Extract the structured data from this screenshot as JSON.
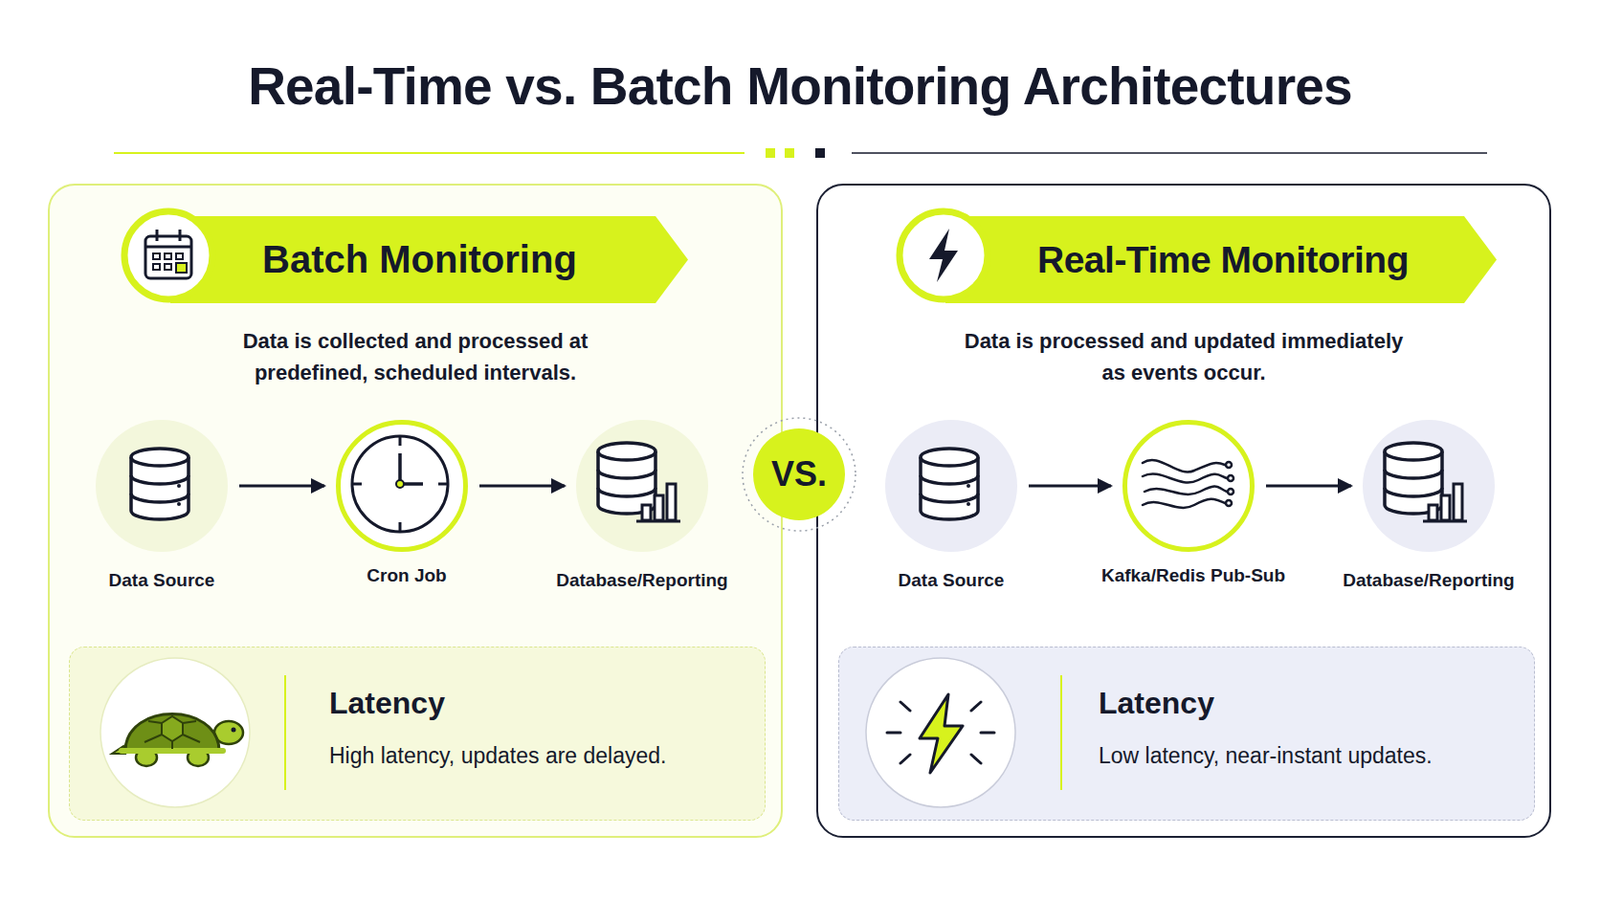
{
  "diagram": {
    "title": "Real-Time vs. Batch Monitoring Architectures",
    "nodes": [
      {
        "text": [
          "Data is collected and processed at predefined, scheduled intervals."
        ]
      },
      {
        "text": [
          "Batch Monitoring"
        ],
        "in": 0
      },
      {
        "text": [
          "Data Source"
        ],
        "in": 0
      },
      {
        "text": [
          "Cron Job"
        ],
        "in": 0
      },
      {
        "text": [
          "Database/Reporting"
        ],
        "in": 0
      },
      {
        "text": [
          "Latency",
          "High latency, updates are delayed."
        ],
        "in": 0
      },
      {
        "text": [
          "VS."
        ]
      },
      {
        "text": [
          "Data is processed and updated immediately as events occur."
        ]
      },
      {
        "text": [
          "Real-Time Monitoring"
        ],
        "in": 7
      },
      {
        "text": [
          "Data Source"
        ],
        "in": 7
      },
      {
        "text": [
          "Kafka/Redis Pub-Sub"
        ],
        "in": 7
      },
      {
        "text": [
          "Database/Reporting"
        ],
        "in": 7
      },
      {
        "text": [
          "Latency",
          "Low latency, near-instant updates."
        ],
        "in": 7
      }
    ],
    "edges": [
      {
        "from": 2,
        "to": 3,
        "arrow": "to"
      },
      {
        "from": 3,
        "to": 4,
        "arrow": "to"
      },
      {
        "from": 9,
        "to": 10,
        "arrow": "to"
      },
      {
        "from": 10,
        "to": 11,
        "arrow": "to"
      }
    ]
  }
}
